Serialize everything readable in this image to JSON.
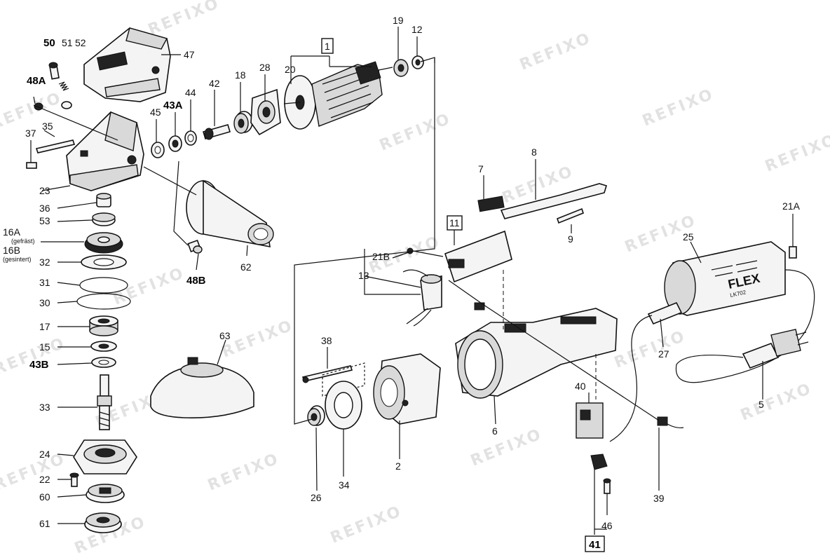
{
  "watermark": "REFIXO",
  "labels": {
    "l50": "50",
    "l51": "51",
    "l52": "52",
    "l47": "47",
    "l48A": "48A",
    "l37": "37",
    "l35": "35",
    "l23": "23",
    "l36": "36",
    "l53": "53",
    "l16A": "16A",
    "l16A_sub": "(gefräst)",
    "l16B": "16B",
    "l16B_sub": "(gesintert)",
    "l32": "32",
    "l31": "31",
    "l30": "30",
    "l17": "17",
    "l15": "15",
    "l43B": "43B",
    "l33": "33",
    "l24": "24",
    "l22": "22",
    "l60": "60",
    "l61": "61",
    "l45": "45",
    "l43A": "43A",
    "l44": "44",
    "l42": "42",
    "l18": "18",
    "l28": "28",
    "l20": "20",
    "l1": "1",
    "l19": "19",
    "l12": "12",
    "l62": "62",
    "l48B": "48B",
    "l63": "63",
    "l7": "7",
    "l8": "8",
    "l9": "9",
    "l11": "11",
    "l21B": "21B",
    "l13": "13",
    "l38": "38",
    "l26": "26",
    "l34": "34",
    "l2": "2",
    "l6": "6",
    "l40": "40",
    "l41": "41",
    "l46": "46",
    "l39": "39",
    "l21A": "21A",
    "l25": "25",
    "l27": "27",
    "l5": "5"
  },
  "brand_text": "FLEX",
  "brand_sub": "LK702"
}
